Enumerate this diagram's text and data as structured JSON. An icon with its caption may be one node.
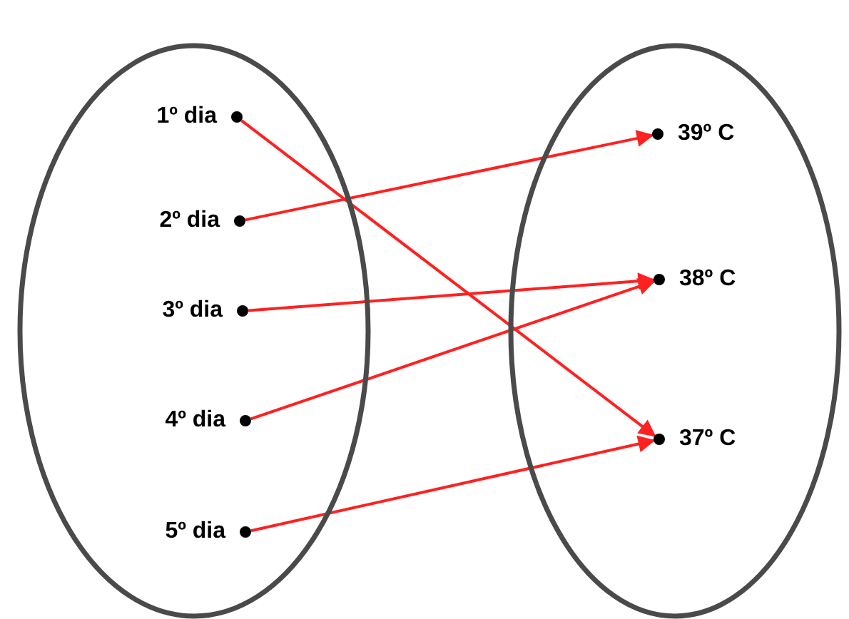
{
  "diagram": {
    "nodes": [
      {
        "text": [],
        "shape": "ellipse"
      },
      {
        "text": [
          "1º dia"
        ],
        "in": 0
      },
      {
        "text": [
          "2º dia"
        ],
        "in": 0
      },
      {
        "text": [
          "3º dia"
        ],
        "in": 0
      },
      {
        "text": [
          "4º dia"
        ],
        "in": 0
      },
      {
        "text": [
          "5º dia"
        ],
        "in": 0
      },
      {
        "text": [],
        "shape": "ellipse"
      },
      {
        "text": [
          "39º C"
        ],
        "in": 6
      },
      {
        "text": [
          "38º C"
        ],
        "in": 6
      },
      {
        "text": [
          "37º C"
        ],
        "in": 6
      }
    ],
    "edges": [
      {
        "from": 1,
        "to": 9,
        "arrow": "to",
        "color": "#ff2020"
      },
      {
        "from": 2,
        "to": 7,
        "arrow": "to",
        "color": "#ff2020"
      },
      {
        "from": 3,
        "to": 8,
        "arrow": "to",
        "color": "#ff2020"
      },
      {
        "from": 4,
        "to": 8,
        "arrow": "to",
        "color": "#ff2020"
      },
      {
        "from": 5,
        "to": 9,
        "arrow": "to",
        "color": "#ff2020"
      }
    ]
  }
}
